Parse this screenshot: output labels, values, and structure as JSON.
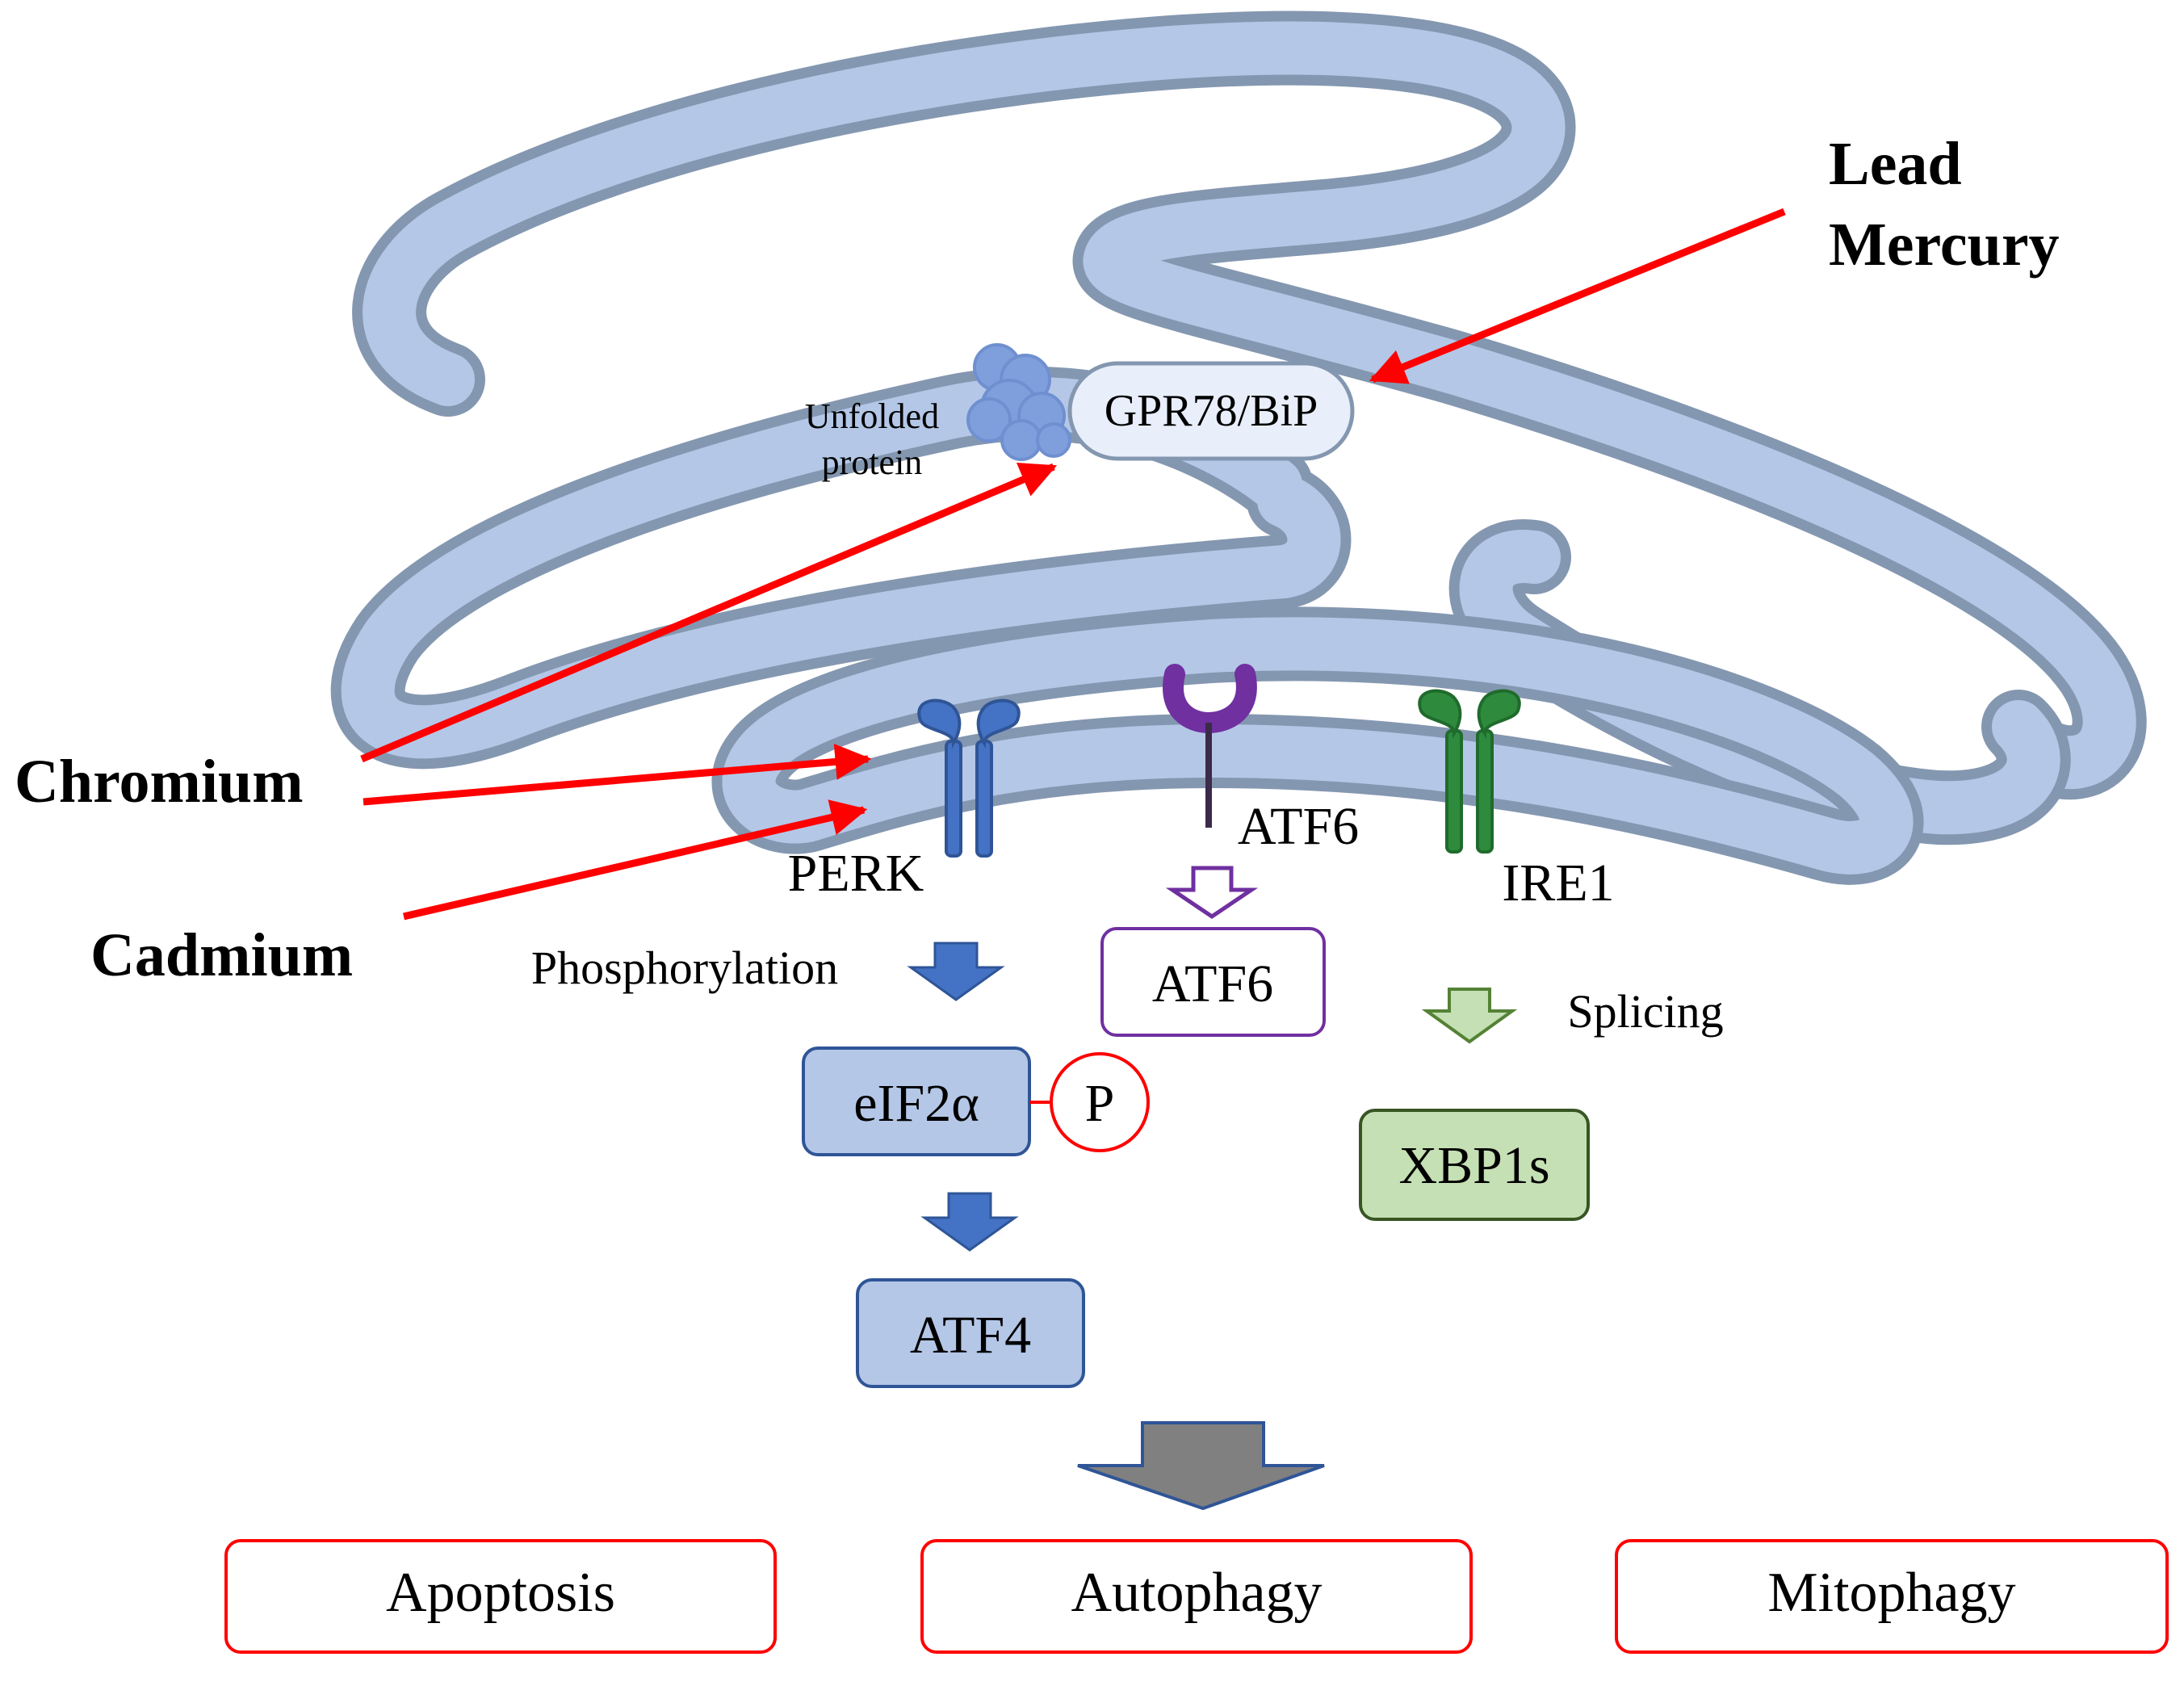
{
  "metals": {
    "lead": "Lead",
    "mercury": "Mercury",
    "chromium": "Chromium",
    "cadmium": "Cadmium"
  },
  "er": {
    "unfolded_line1": "Unfolded",
    "unfolded_line2": "protein",
    "chaperone": "GPR78/BiP"
  },
  "sensors": {
    "perk": "PERK",
    "atf6_receptor": "ATF6",
    "ire1": "IRE1"
  },
  "pathway": {
    "phosphorylation": "Phosphorylation",
    "splicing": "Splicing",
    "eif2a": "eIF2α",
    "phospho": "P",
    "atf6_active": "ATF6",
    "xbp1s": "XBP1s",
    "atf4": "ATF4"
  },
  "outcomes": [
    "Apoptosis",
    "Autophagy",
    "Mitophagy"
  ],
  "colors": {
    "er_fill": "#b4c7e7",
    "er_stroke": "#8497b0",
    "arrow_red": "#ff0000",
    "perk_blue": "#4472c4",
    "atf6_purple": "#7030a0",
    "ire1_green": "#2e8b3e",
    "box_blue_fill": "#b4c7e7",
    "box_green_fill": "#c5e0b4",
    "outcome_arrow": "#808080"
  }
}
